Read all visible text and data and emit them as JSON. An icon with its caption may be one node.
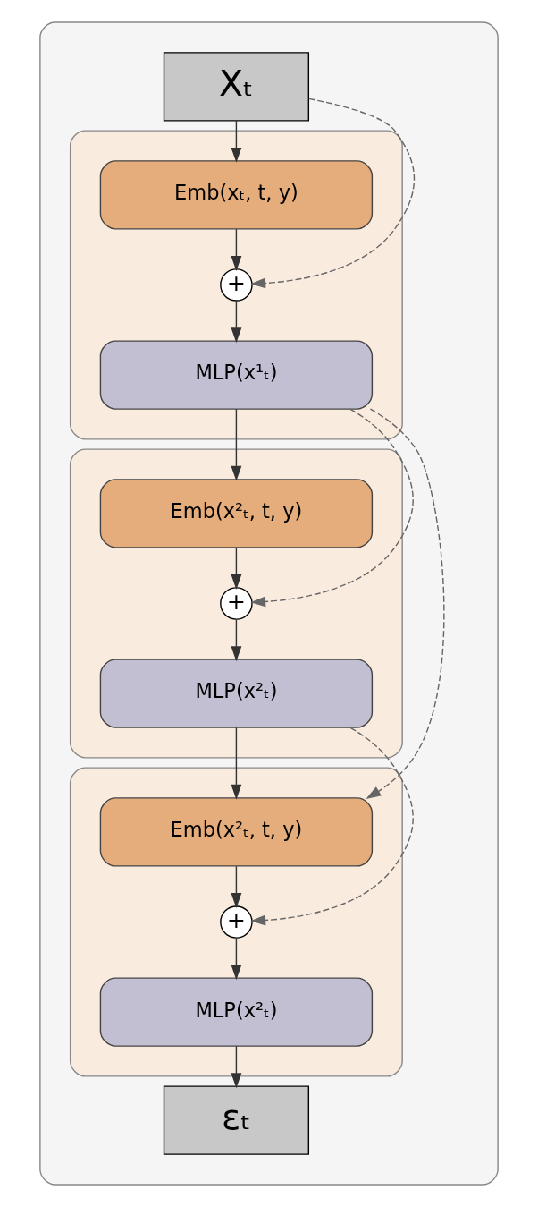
{
  "diagram": {
    "nodes": [
      {
        "text": [],
        "shape": "box"
      },
      {
        "text": [
          "Xₜ"
        ],
        "in": 0
      },
      {
        "text": [],
        "shape": "box",
        "in": 0
      },
      {
        "text": [
          "Emb(xₜ, t, y)"
        ],
        "in": 2
      },
      {
        "text": [
          "+"
        ],
        "in": 2
      },
      {
        "text": [
          "MLP(x¹ₜ)"
        ],
        "in": 2
      },
      {
        "text": [],
        "shape": "box",
        "in": 0
      },
      {
        "text": [
          "Emb(x²ₜ, t, y)"
        ],
        "in": 6
      },
      {
        "text": [
          "+"
        ],
        "in": 6
      },
      {
        "text": [
          "MLP(x²ₜ)"
        ],
        "in": 6
      },
      {
        "text": [],
        "shape": "box",
        "in": 0
      },
      {
        "text": [
          "Emb(x²ₜ, t, y)"
        ],
        "in": 10
      },
      {
        "text": [
          "+"
        ],
        "in": 10
      },
      {
        "text": [
          "MLP(x²ₜ)"
        ],
        "in": 10
      },
      {
        "text": [
          "εₜ"
        ],
        "in": 0
      }
    ],
    "edges": [
      {
        "from": 1,
        "to": 3,
        "arrow": "to"
      },
      {
        "from": 1,
        "to": 4,
        "arrow": "to",
        "style": "dashed"
      },
      {
        "from": 3,
        "to": 4,
        "arrow": "to"
      },
      {
        "from": 4,
        "to": 5,
        "arrow": "to"
      },
      {
        "from": 5,
        "to": 7,
        "arrow": "to"
      },
      {
        "from": 5,
        "to": 8,
        "arrow": "to",
        "style": "dashed"
      },
      {
        "from": 7,
        "to": 8,
        "arrow": "to"
      },
      {
        "from": 8,
        "to": 9,
        "arrow": "to"
      },
      {
        "from": 5,
        "to": 11,
        "arrow": "to",
        "style": "dashed"
      },
      {
        "from": 9,
        "to": 11,
        "arrow": "to"
      },
      {
        "from": 9,
        "to": 12,
        "arrow": "to",
        "style": "dashed"
      },
      {
        "from": 11,
        "to": 12,
        "arrow": "to"
      },
      {
        "from": 12,
        "to": 13,
        "arrow": "to"
      },
      {
        "from": 13,
        "to": 14,
        "arrow": "to"
      }
    ]
  }
}
